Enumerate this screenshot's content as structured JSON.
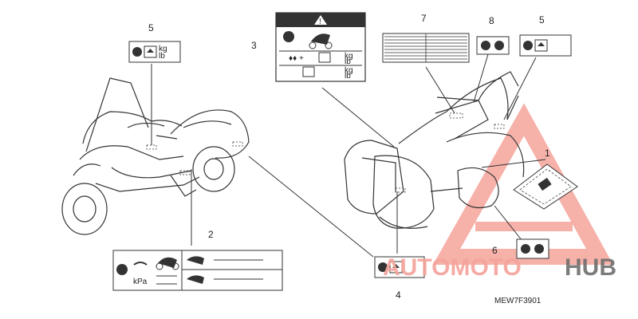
{
  "diagram": {
    "callouts": [
      "1",
      "2",
      "3",
      "4",
      "5",
      "5",
      "6",
      "7",
      "8"
    ],
    "label_units": [
      "kg",
      "lb",
      "kg",
      "lb",
      "kg",
      "lb",
      "kPa"
    ],
    "figure_code": "MEW7F3901"
  },
  "watermark": {
    "text_left": "AUTOMOTO",
    "text_right": "HUB",
    "color_left": "#f4a39a",
    "color_right": "#6e6e6e"
  }
}
